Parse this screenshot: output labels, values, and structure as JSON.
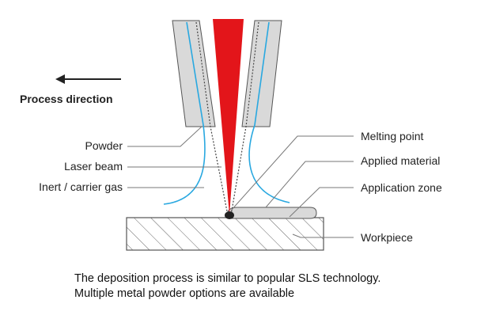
{
  "process_direction": "Process direction",
  "labels": {
    "powder": "Powder",
    "laser_beam": "Laser beam",
    "inert_gas": "Inert / carrier gas",
    "melting_point": "Melting point",
    "applied_material": "Applied material",
    "application_zone": "Application zone",
    "workpiece": "Workpiece"
  },
  "caption": {
    "line1": "The deposition process is similar to popular SLS technology.",
    "line2": "Multiple metal powder options are available"
  },
  "colors": {
    "laser": "#e3151a",
    "gas": "#29a8e0",
    "nozzle": "#d9d9d9",
    "outline": "#555555",
    "leader": "#777777",
    "workpiece_hatch": "#666666"
  }
}
